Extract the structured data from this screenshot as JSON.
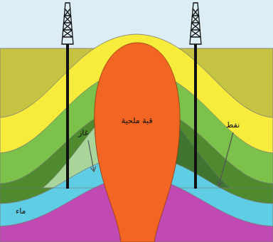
{
  "diagram": {
    "nodes": [
      {
        "text": [
          "قبة ملحية"
        ]
      }
    ],
    "labels": [
      "غاز",
      "نفط",
      "ماء"
    ]
  }
}
